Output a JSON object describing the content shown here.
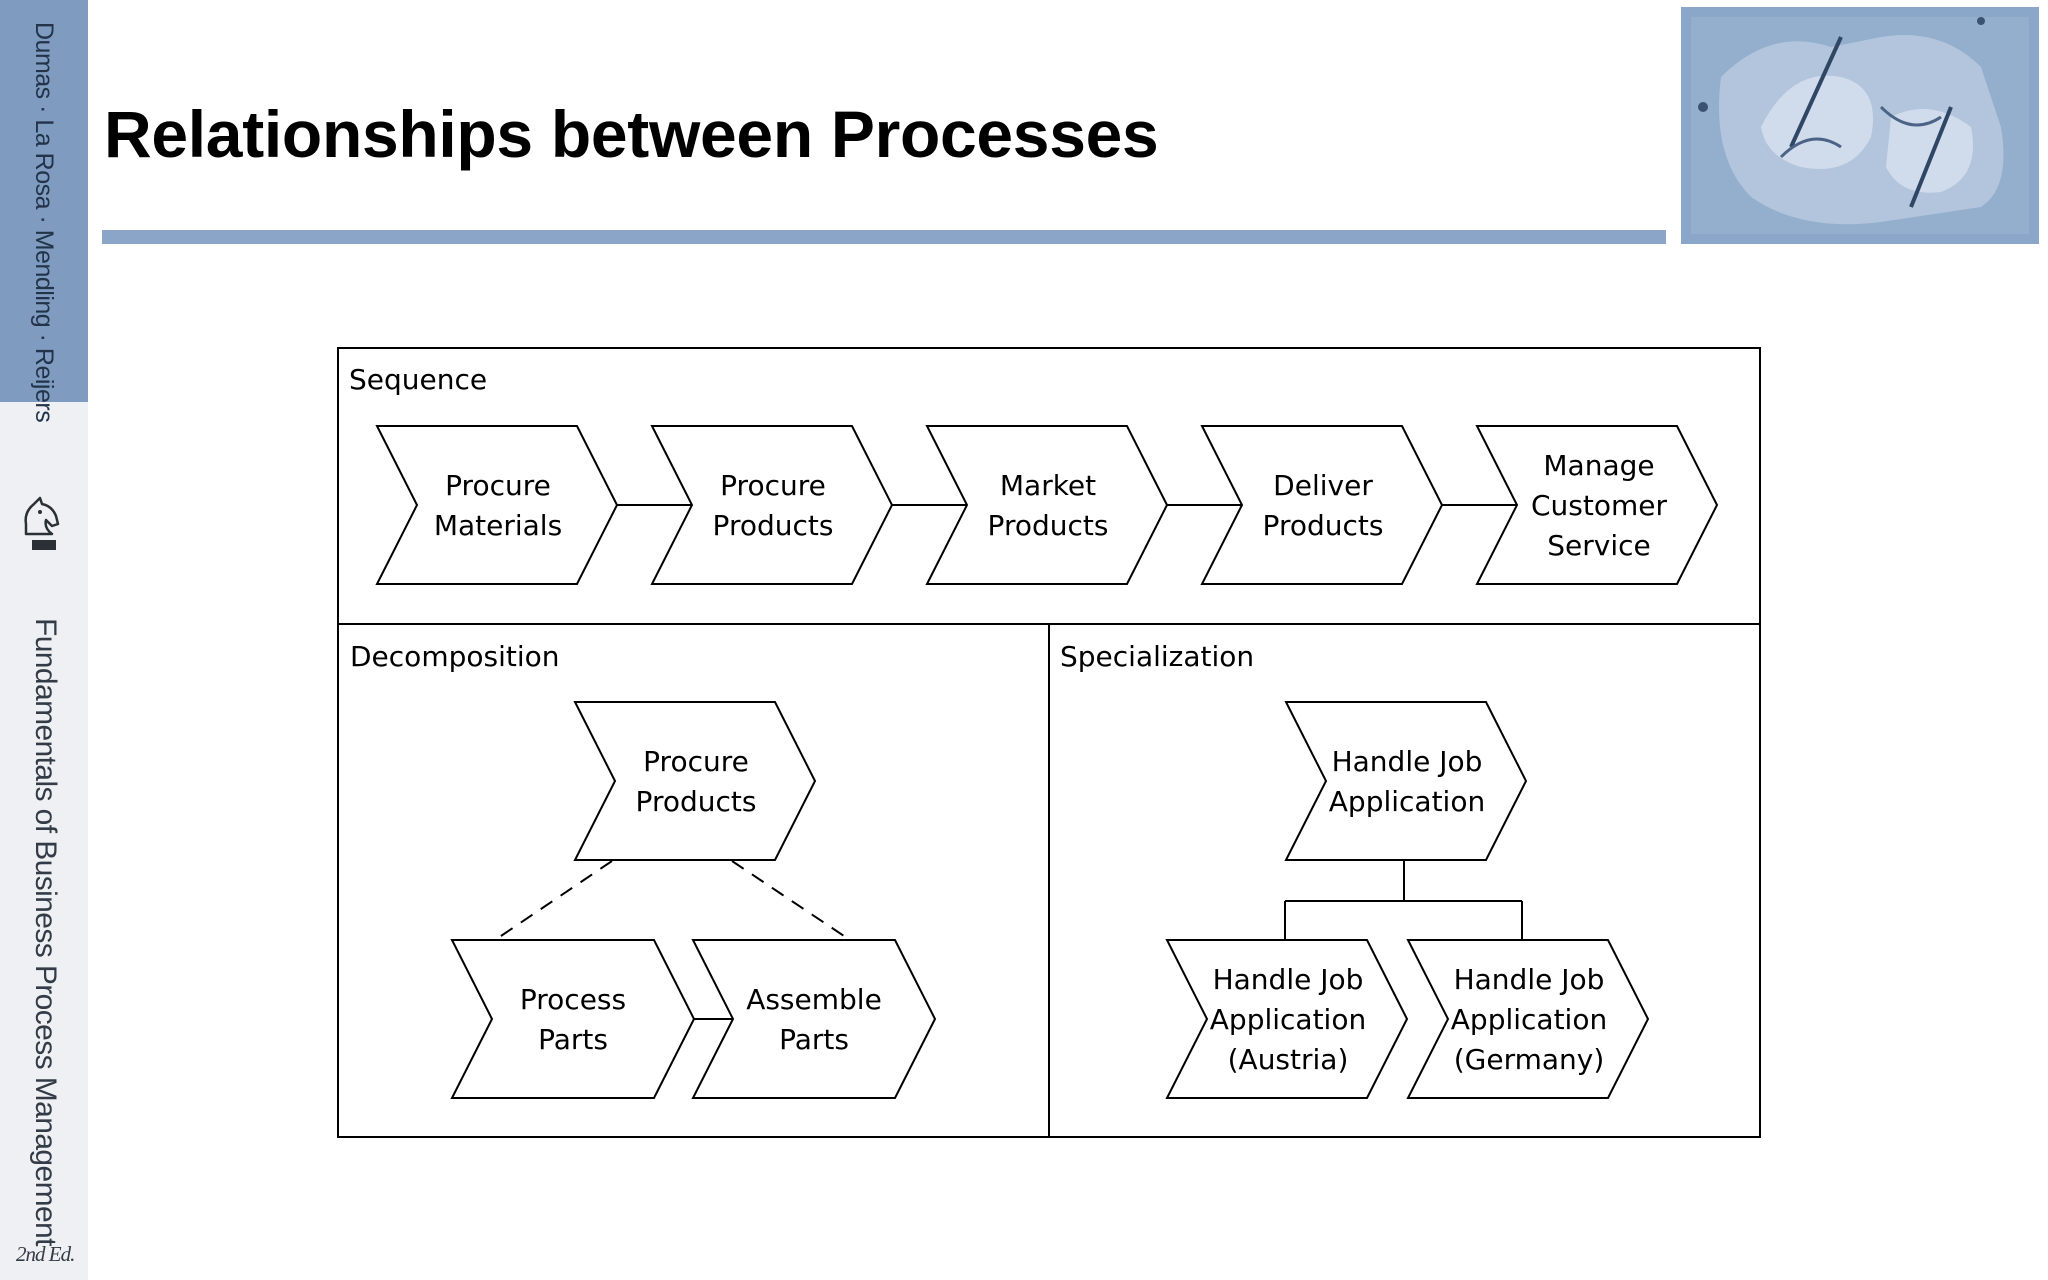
{
  "slide": {
    "title": "Relationships between Processes"
  },
  "sidebar": {
    "authors": "Dumas · La Rosa · Mendling · Reijers",
    "book_title": "Fundamentals of Business Process Management",
    "edition": "2nd Ed.",
    "logo_icon": "knight-chess-piece-icon"
  },
  "header_image": {
    "icon": "hand-drawing-hand-illustration",
    "tint": "#7f9cc0"
  },
  "diagram": {
    "sequence": {
      "label": "Sequence",
      "steps": [
        [
          "Procure",
          "Materials"
        ],
        [
          "Procure",
          "Products"
        ],
        [
          "Market",
          "Products"
        ],
        [
          "Deliver",
          "Products"
        ],
        [
          "Manage",
          "Customer",
          "Service"
        ]
      ]
    },
    "decomposition": {
      "label": "Decomposition",
      "parent": [
        "Procure",
        "Products"
      ],
      "children": [
        [
          "Process",
          "Parts"
        ],
        [
          "Assemble",
          "Parts"
        ]
      ]
    },
    "specialization": {
      "label": "Specialization",
      "parent": [
        "Handle Job",
        "Application"
      ],
      "children": [
        [
          "Handle Job",
          "Application",
          "(Austria)"
        ],
        [
          "Handle Job",
          "Application",
          "(Germany)"
        ]
      ]
    }
  },
  "colors": {
    "accent_blue": "#7f9cc0",
    "rule_blue": "#8aa5c8",
    "line": "#000000"
  }
}
